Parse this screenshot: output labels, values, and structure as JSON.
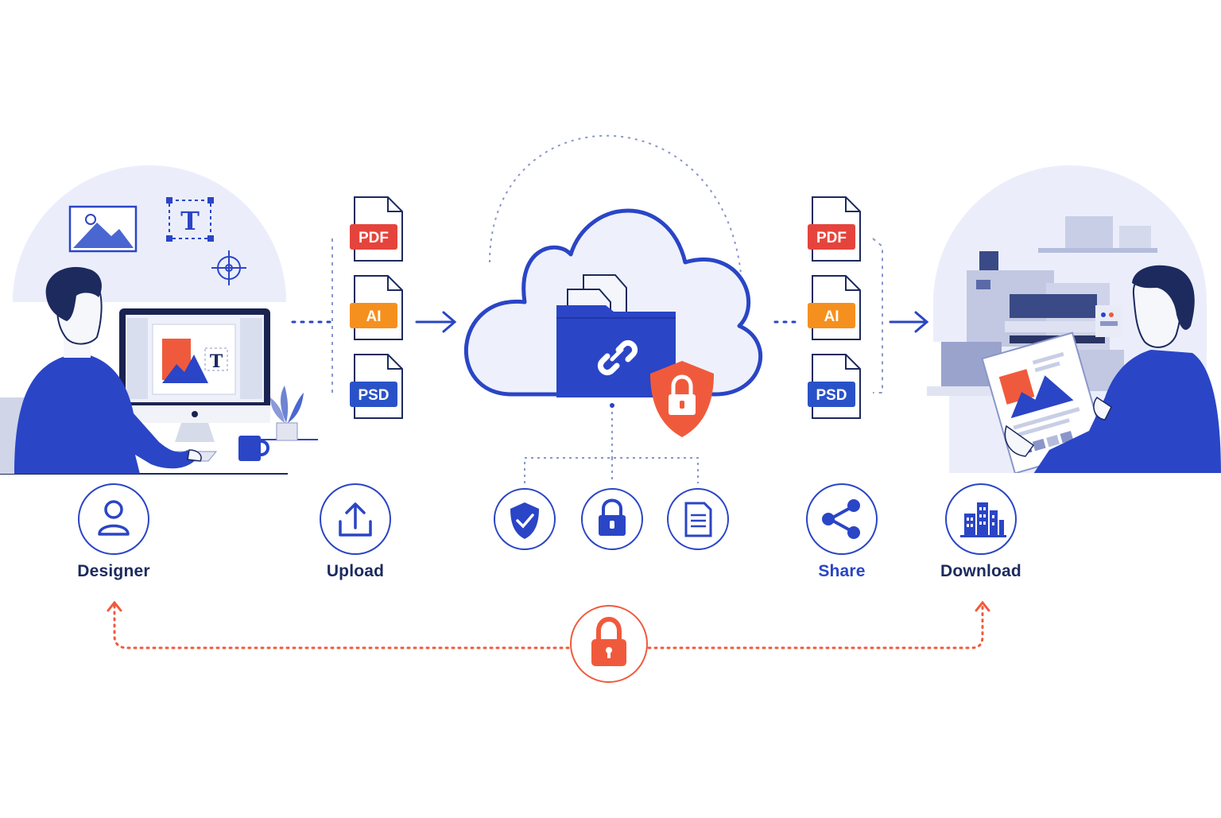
{
  "colors": {
    "primary": "#2a45c6",
    "navy": "#1c2a5e",
    "accent": "#f05a3c",
    "pdf": "#e5443c",
    "ai": "#f5901e",
    "psd": "#2a52c8",
    "soft": "#e8ebf8"
  },
  "left_scene": {
    "badges": {
      "pdf": "PDF",
      "ai": "AI",
      "psd": "PSD"
    },
    "canvas_text_tool": "T",
    "floating_text_tool": "T"
  },
  "right_scene": {
    "badges": {
      "pdf": "PDF",
      "ai": "AI",
      "psd": "PSD"
    }
  },
  "steps": {
    "designer": {
      "label": "Designer",
      "icon": "user-icon"
    },
    "upload": {
      "label": "Upload",
      "icon": "upload-icon"
    },
    "share": {
      "label": "Share",
      "icon": "share-icon"
    },
    "download": {
      "label": "Download",
      "icon": "buildings-icon"
    }
  },
  "security_icons": [
    "shield-check-icon",
    "lock-icon",
    "document-icon"
  ],
  "bottom_lock": {
    "icon": "padlock-icon"
  }
}
